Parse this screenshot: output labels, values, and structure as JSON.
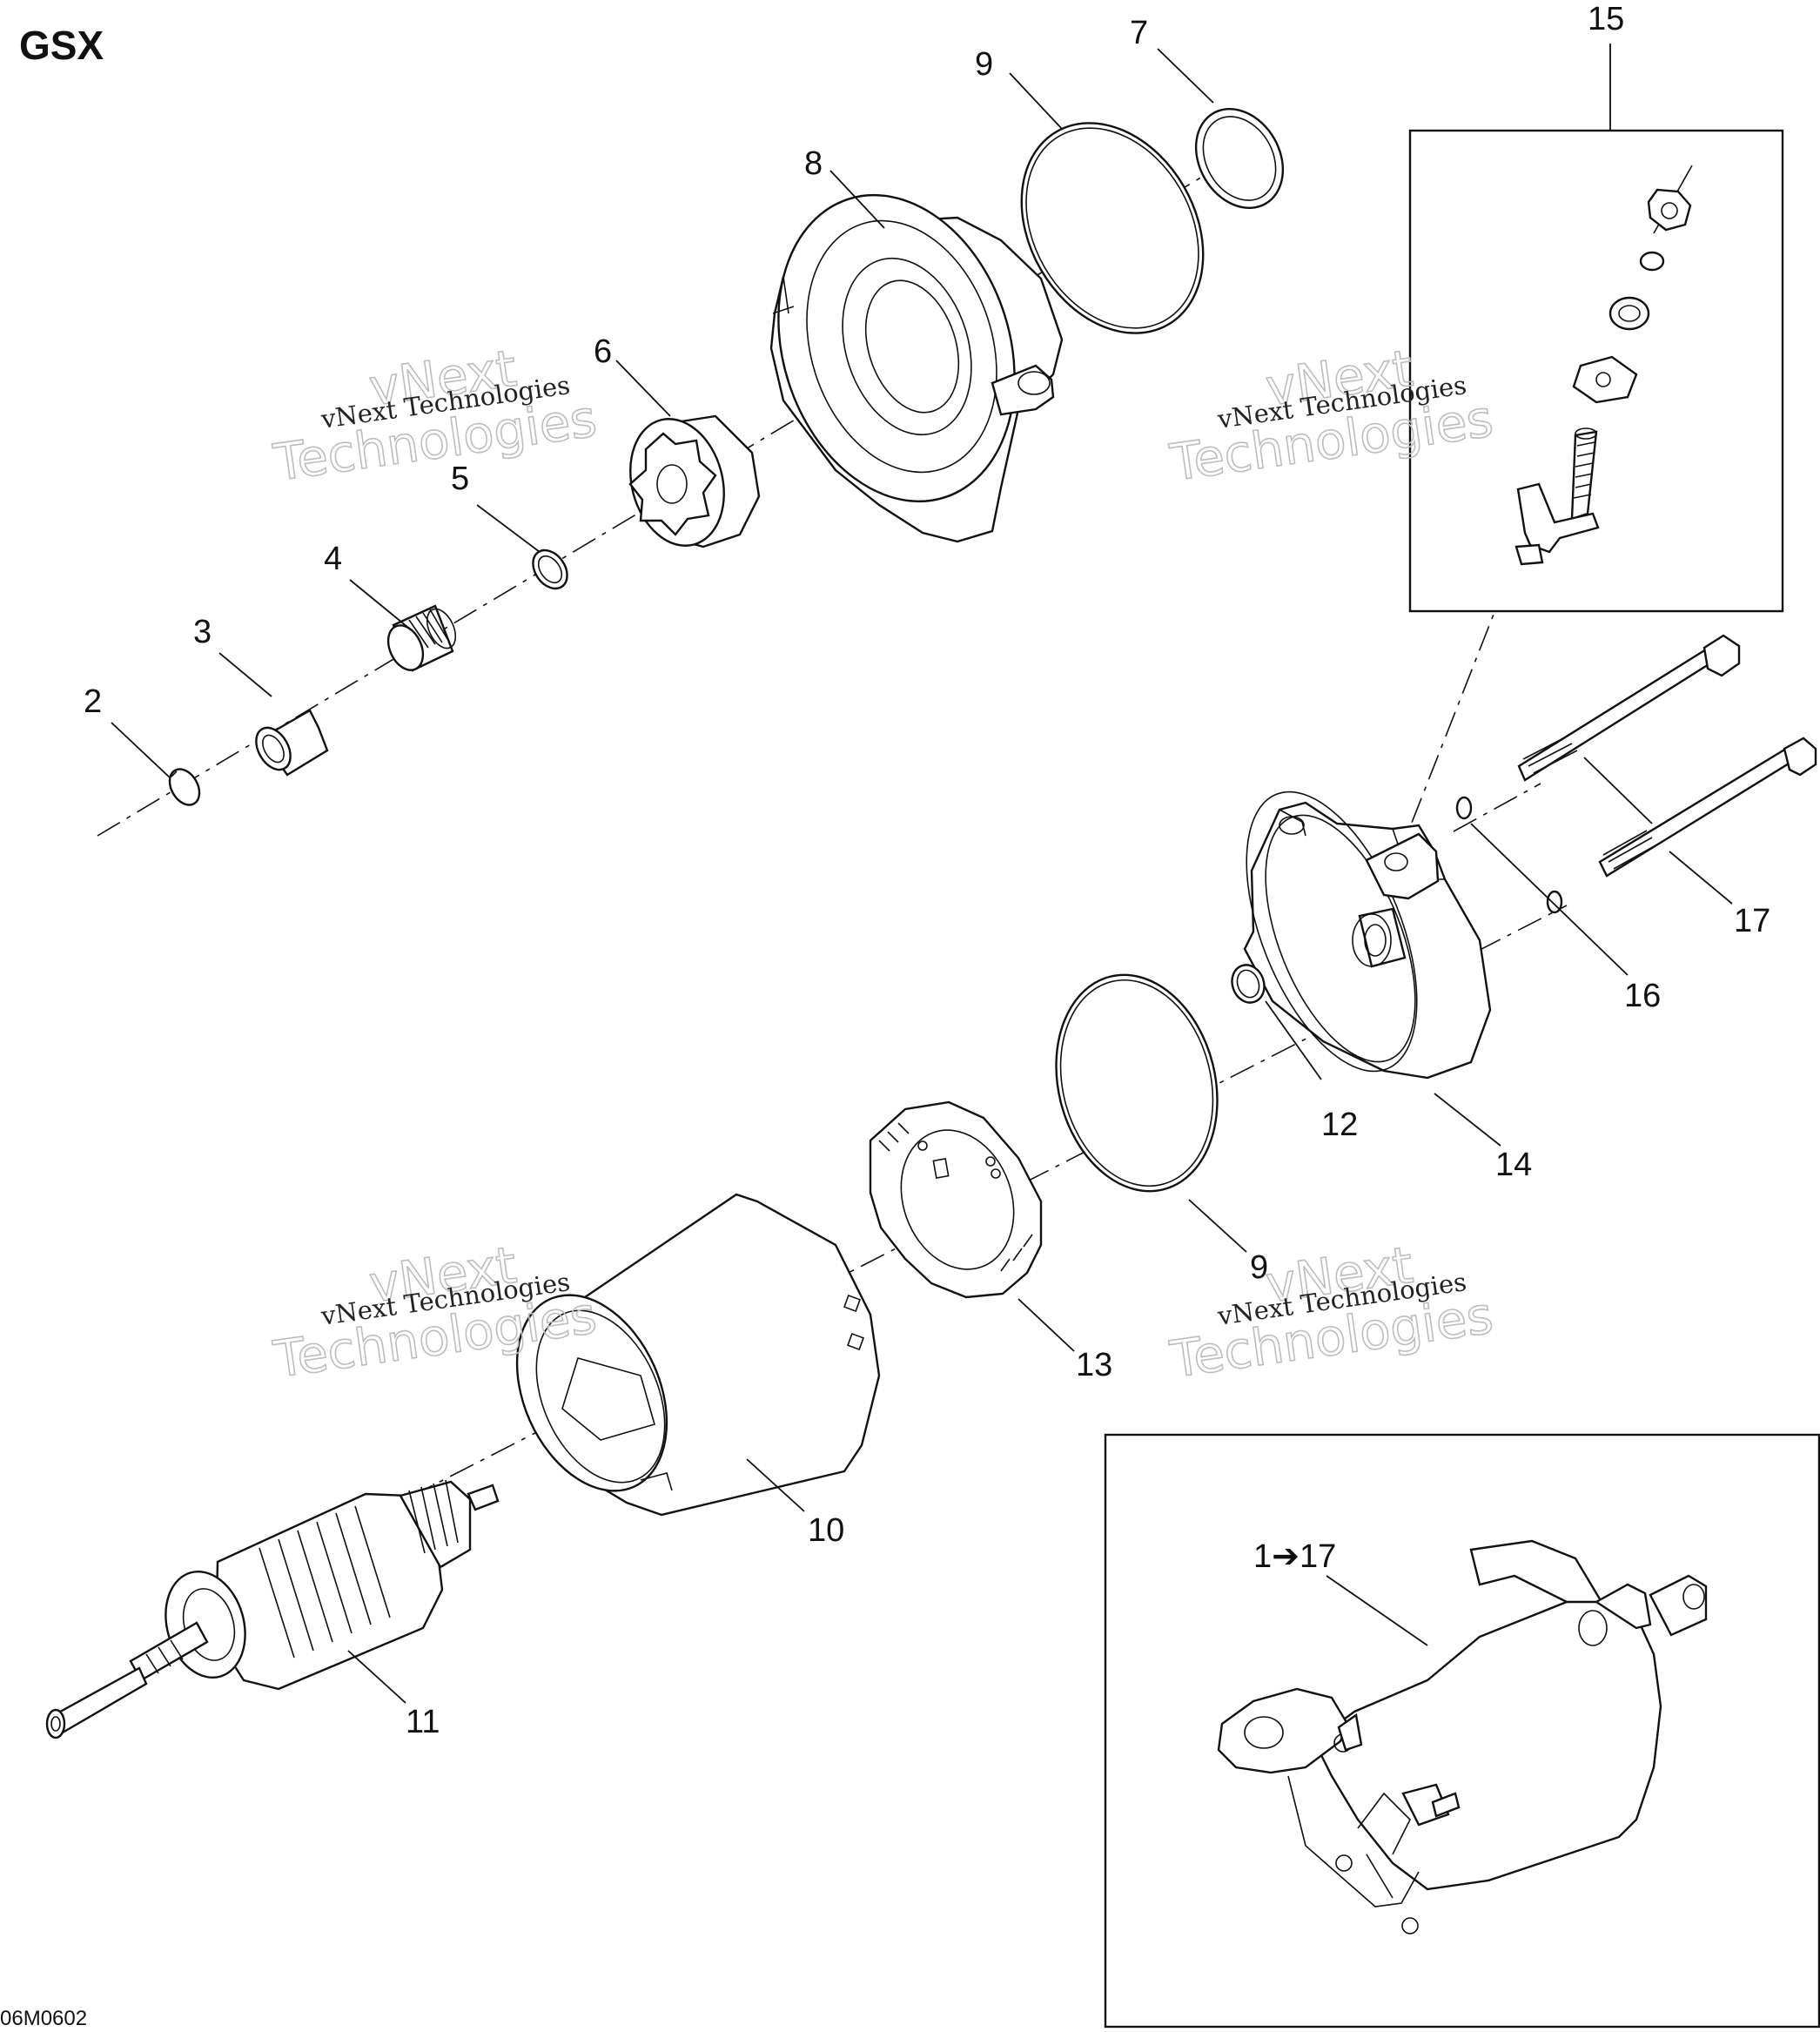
{
  "title": "GSX",
  "figure_code": "06M0602",
  "assembly_label": "1➔17",
  "watermark": {
    "small": "vNext Technologies",
    "big_line1": "vNext",
    "big_line2": "Technologies"
  },
  "callouts": [
    {
      "id": "c2",
      "text": "2"
    },
    {
      "id": "c3",
      "text": "3"
    },
    {
      "id": "c4",
      "text": "4"
    },
    {
      "id": "c5",
      "text": "5"
    },
    {
      "id": "c6",
      "text": "6"
    },
    {
      "id": "c7",
      "text": "7"
    },
    {
      "id": "c8",
      "text": "8"
    },
    {
      "id": "c9a",
      "text": "9"
    },
    {
      "id": "c9b",
      "text": "9"
    },
    {
      "id": "c10",
      "text": "10"
    },
    {
      "id": "c11",
      "text": "11"
    },
    {
      "id": "c12",
      "text": "12"
    },
    {
      "id": "c13",
      "text": "13"
    },
    {
      "id": "c14",
      "text": "14"
    },
    {
      "id": "c15",
      "text": "15"
    },
    {
      "id": "c16",
      "text": "16"
    },
    {
      "id": "c17",
      "text": "17"
    }
  ]
}
